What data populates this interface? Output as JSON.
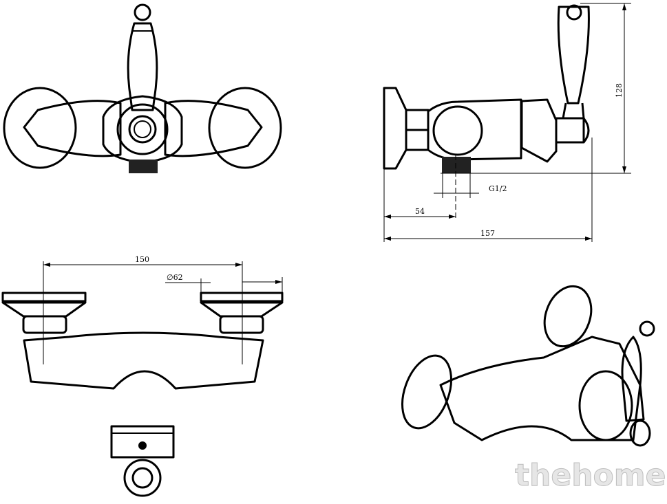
{
  "dimensions": {
    "height": "128",
    "thread": "G1/2",
    "wall_to_outlet": "54",
    "depth": "157",
    "center_distance": "150",
    "flange_diameter": "∅62"
  },
  "watermark": "thehome"
}
